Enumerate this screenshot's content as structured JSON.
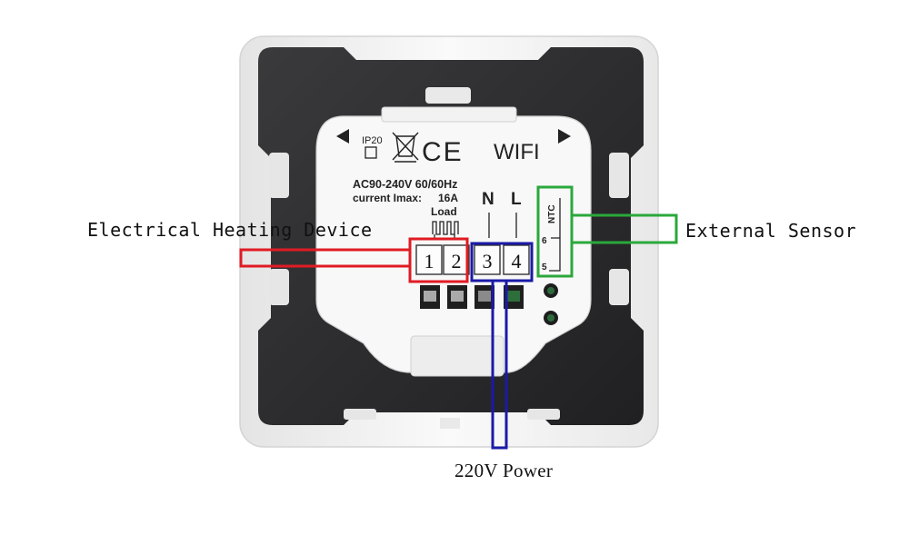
{
  "diagram": {
    "device": {
      "ip_rating": "IP20",
      "ce_mark": "CE",
      "wifi_label": "WIFI",
      "voltage_spec": "AC90-240V 60/60Hz",
      "current_label": "current Imax:",
      "current_value": "16A",
      "load_label": "Load",
      "n_label": "N",
      "l_label": "L",
      "ntc_label": "NTC",
      "sensor_pin_6": "6",
      "sensor_pin_5": "5"
    },
    "terminals": [
      "1",
      "2",
      "3",
      "4"
    ],
    "callouts": {
      "heating": "Electrical Heating Device",
      "sensor": "External Sensor",
      "power": "220V Power"
    },
    "colors": {
      "heating": "#e01b24",
      "sensor": "#2aa83b",
      "power": "#1a1aa8",
      "plate": "#2b2b2d",
      "frame": "#f3f3f3",
      "module": "#f7f7f7"
    }
  }
}
